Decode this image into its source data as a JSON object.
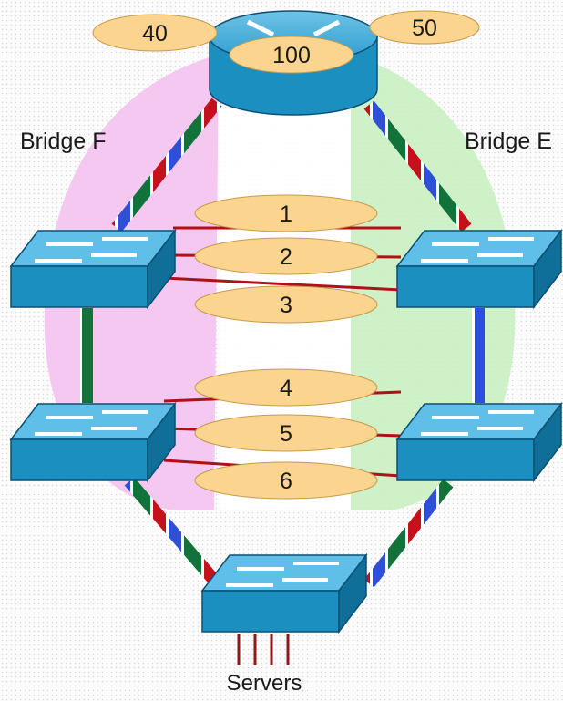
{
  "labels": {
    "vlan_top_left": "40",
    "vlan_top_right": "50",
    "router_vlan": "100",
    "bridge_left": "Bridge F",
    "bridge_right": "Bridge E",
    "channels": [
      "1",
      "2",
      "3",
      "4",
      "5",
      "6"
    ],
    "servers": "Servers"
  },
  "colors": {
    "bridge_f_region": "#f4c2f0",
    "bridge_e_region": "#c9f0c2",
    "oval_fill": "#fbd58f",
    "oval_stroke": "#c79a4a",
    "device_blue": "#1b8fc0",
    "link_red": "#c4111b",
    "link_blue": "#2f4fd6",
    "link_green": "#11733a"
  }
}
